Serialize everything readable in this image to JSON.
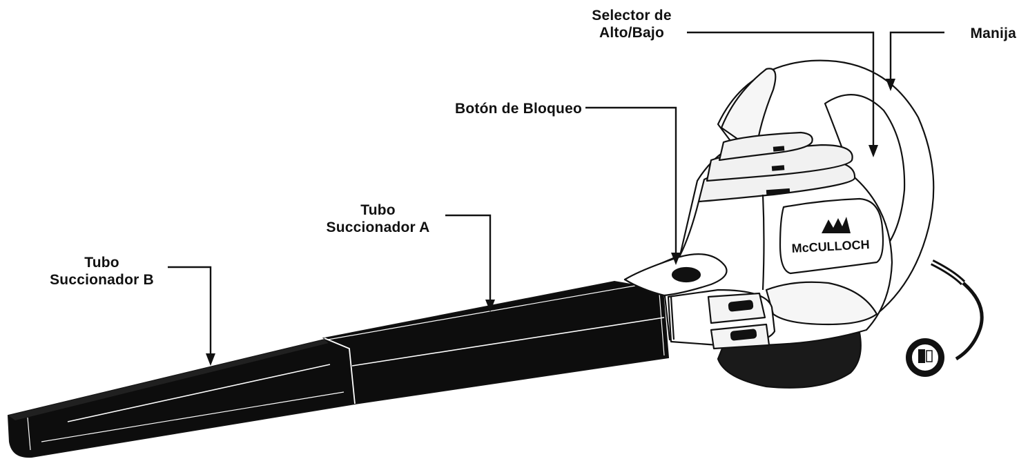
{
  "labels": {
    "selector": {
      "line1": "Selector de",
      "line2": "Alto/Bajo"
    },
    "manija": "Manija",
    "boton_bloqueo": "Botón de Bloqueo",
    "tubo_a": {
      "line1": "Tubo",
      "line2": "Succionador A"
    },
    "tubo_b": {
      "line1": "Tubo",
      "line2": "Succionador B"
    }
  },
  "brand": "McCULLOCH",
  "colors": {
    "ink": "#111111",
    "tube_fill": "#0d0d0d",
    "body_fill": "#ffffff",
    "vent_shade": "#f1f1f1"
  }
}
